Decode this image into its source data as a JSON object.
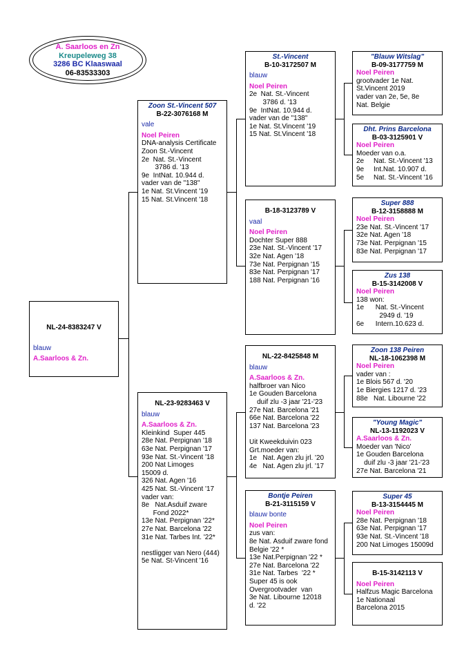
{
  "owner": {
    "name": "A. Saarloos en Zn",
    "street": "Kreupeleweg 38",
    "city": "3286 BC Klaaswaal",
    "phone": "06-83533303"
  },
  "colors": {
    "name": "#0b2a8a",
    "breeder": "#e020c8",
    "color_text": "#1b2aa8",
    "street": "#1a8a8a"
  },
  "subject": {
    "name": "",
    "ring": "NL-24-8383247 V",
    "color": "blauw",
    "breeder": "A.Saarloos & Zn.",
    "notes": []
  },
  "sire": {
    "name": "Zoon St.-Vincent 507",
    "ring": "B-22-3076168 M",
    "color": "vale",
    "breeder": "Noel Peiren",
    "notes": [
      "DNA-analysis Certificate",
      "Zoon St.-Vincent",
      "2e  Nat. St.-Vincent",
      "       3786 d. '13",
      "9e  IntNat. 10.944 d.",
      "vader van de \"138\"",
      "1e Nat. St.Vincent '19",
      "15 Nat. St.Vincent '18"
    ]
  },
  "dam": {
    "name": "",
    "ring": "NL-23-9283463 V",
    "color": "blauw",
    "breeder": "A.Saarloos & Zn.",
    "notes": [
      "Kleinkind  Super 445",
      "28e Nat. Perpignan '18",
      "63e Nat. Perpignan '17",
      "93e Nat. St.-Vincent '18",
      "200 Nat Limoges",
      "15009 d.",
      "326 Nat. Agen '16",
      "425 Nat. St.-Vincent '17",
      "vader van:",
      "8e   Nat.Asduif zware",
      "      Fond 2022*",
      "13e Nat. Perpignan '22*",
      "27e Nat. Barcelona '22",
      "31e Nat. Tarbes Int. '22*",
      "",
      "nestligger van Nero (444)",
      "5e Nat. St-Vincent '16"
    ]
  },
  "ss": {
    "name": "St.-Vincent",
    "ring": "B-10-3172507 M",
    "color": "blauw",
    "breeder": "Noel Peiren",
    "notes": [
      "2e  Nat. St.-Vincent",
      "       3786 d. '13",
      "9e  IntNat. 10.944 d.",
      "vader van de \"138\"",
      "1e Nat. St.Vincent '19",
      "15 Nat. St.Vincent '18"
    ]
  },
  "sd": {
    "name": "",
    "ring": "B-18-3123789 V",
    "color": "vaal",
    "breeder": "Noel Peiren",
    "notes": [
      "Dochter Super 888",
      "23e Nat. St.-Vincent '17",
      "32e Nat. Agen '18",
      "73e Nat. Perpignan '15",
      "83e Nat. Perpignan '17",
      "188 Nat. Perpignan '16"
    ]
  },
  "ds": {
    "name": "",
    "ring": "NL-22-8425848 M",
    "color": "blauw",
    "breeder": "A.Saarloos & Zn.",
    "notes": [
      "halfbroer van Nico",
      "1e Gouden Barcelona",
      "    duif zlu -3 jaar '21-'23",
      "27e Nat. Barcelona '21",
      "66e Nat. Barcelona '22",
      "137 Nat. Barcelona '23",
      "",
      "Uit Kweekduivin 023",
      "Grt.moeder van:",
      "1e   Nat. Agen zlu jrl. '20",
      "4e   Nat. Agen zlu jrl. '17"
    ]
  },
  "dd": {
    "name": "Bontje Peiren",
    "ring": "B-21-3115159 V",
    "color": "blauw bonte",
    "breeder": "Noel Peiren",
    "notes": [
      "zus van:",
      "8e Nat. Asduif zware fond",
      "Belgie '22 *",
      "13e Nat.Perpignan '22 *",
      "27e Nat. Barcelona '22",
      "31e Nat. Tarbes  '22 *",
      "Super 45 is ook",
      "Overgrootvader  van",
      "3e Nat. Libourne 12018",
      "d. '22"
    ]
  },
  "sss": {
    "name": "\"Blauw Witslag\"",
    "ring": "B-09-3177759 M",
    "color": "",
    "breeder": "Noel Peiren",
    "notes": [
      "grootvader 1e Nat.",
      "St.Vincent 2019",
      "vader van 2e, 5e, 8e",
      "Nat. Belgie"
    ]
  },
  "ssd": {
    "name": "Dht. Prins Barcelona",
    "ring": "B-03-3125901 V",
    "color": "",
    "breeder": "Noel Peiren",
    "notes": [
      "Moeder van o.a.",
      "2e     Nat. St.-Vincent '13",
      "9e     Int.Nat. 10.907 d.",
      "5e     Nat. St.-Vincent '16"
    ]
  },
  "sds": {
    "name": "Super 888",
    "ring": "B-12-3158888 M",
    "color": "",
    "breeder": "Noel Peiren",
    "notes": [
      "23e Nat. St.-Vincent '17",
      "32e Nat. Agen '18",
      "73e Nat. Perpignan '15",
      "83e Nat. Perpignan '17"
    ]
  },
  "sdd": {
    "name": "Zus 138",
    "ring": "B-15-3142008 V",
    "color": "",
    "breeder": "Noel Peiren",
    "notes": [
      "138 won:",
      "1e      Nat. St.-Vincent",
      "            2949 d. '19",
      "6e      Intern.10.623 d."
    ]
  },
  "dss": {
    "name": "Zoon 138 Peiren",
    "ring": "NL-18-1062398 M",
    "color": "",
    "breeder": "Noel Peiren",
    "notes": [
      "vader van :",
      "1e Blois 567 d. '20",
      "1e Biergies 1217 d. '23",
      "88e   Nat. Libourne '22"
    ]
  },
  "dsd": {
    "name": "\"Young Magic\"",
    "ring": "NL-13-1192023 V",
    "color": "",
    "breeder": "A.Saarloos & Zn.",
    "notes": [
      "Moeder van 'Nico'",
      "1e Gouden Barcelona",
      "    duif zlu -3 jaar '21-'23",
      "27e Nat. Barcelona '21"
    ]
  },
  "dds": {
    "name": "Super 45",
    "ring": "B-13-3154445 M",
    "color": "",
    "breeder": "Noel Peiren",
    "notes": [
      "28e Nat. Perpignan '18",
      "63e Nat. Perpignan '17",
      "93e Nat. St.-Vincent '18",
      "200 Nat Limoges 15009d"
    ]
  },
  "ddd": {
    "name": "",
    "ring": "B-15-3142113 V",
    "color": "",
    "breeder": "Noel Peiren",
    "notes": [
      "Halfzus Magic Barcelona",
      "1e Nationaal",
      "Barcelona 2015"
    ]
  }
}
